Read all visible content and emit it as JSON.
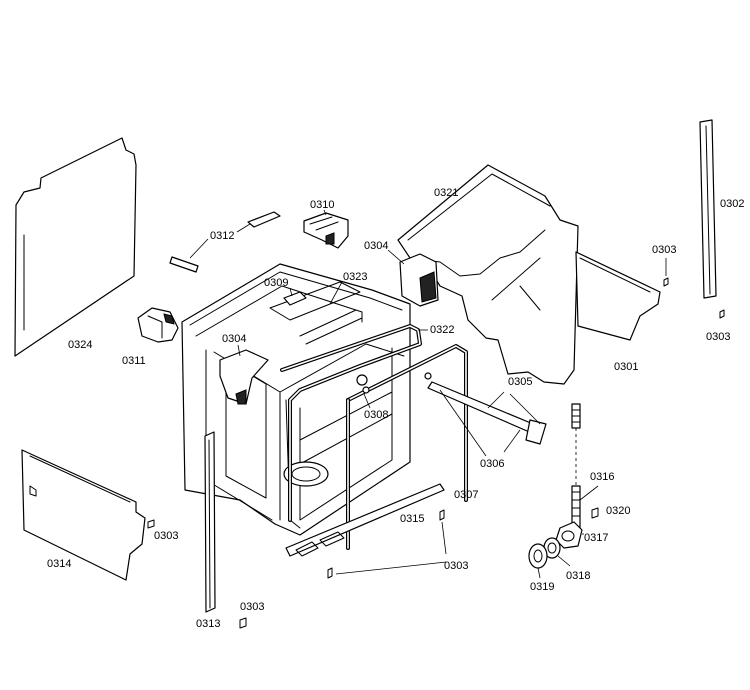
{
  "labels": {
    "p0301": "0301",
    "p0302": "0302",
    "p0303": "0303",
    "p0304": "0304",
    "p0305": "0305",
    "p0306": "0306",
    "p0307": "0307",
    "p0308": "0308",
    "p0309": "0309",
    "p0310": "0310",
    "p0311": "0311",
    "p0312": "0312",
    "p0313": "0313",
    "p0314": "0314",
    "p0315": "0315",
    "p0316": "0316",
    "p0317": "0317",
    "p0318": "0318",
    "p0319": "0319",
    "p0320": "0320",
    "p0321": "0321",
    "p0322": "0322",
    "p0323": "0323",
    "p0324": "0324"
  }
}
